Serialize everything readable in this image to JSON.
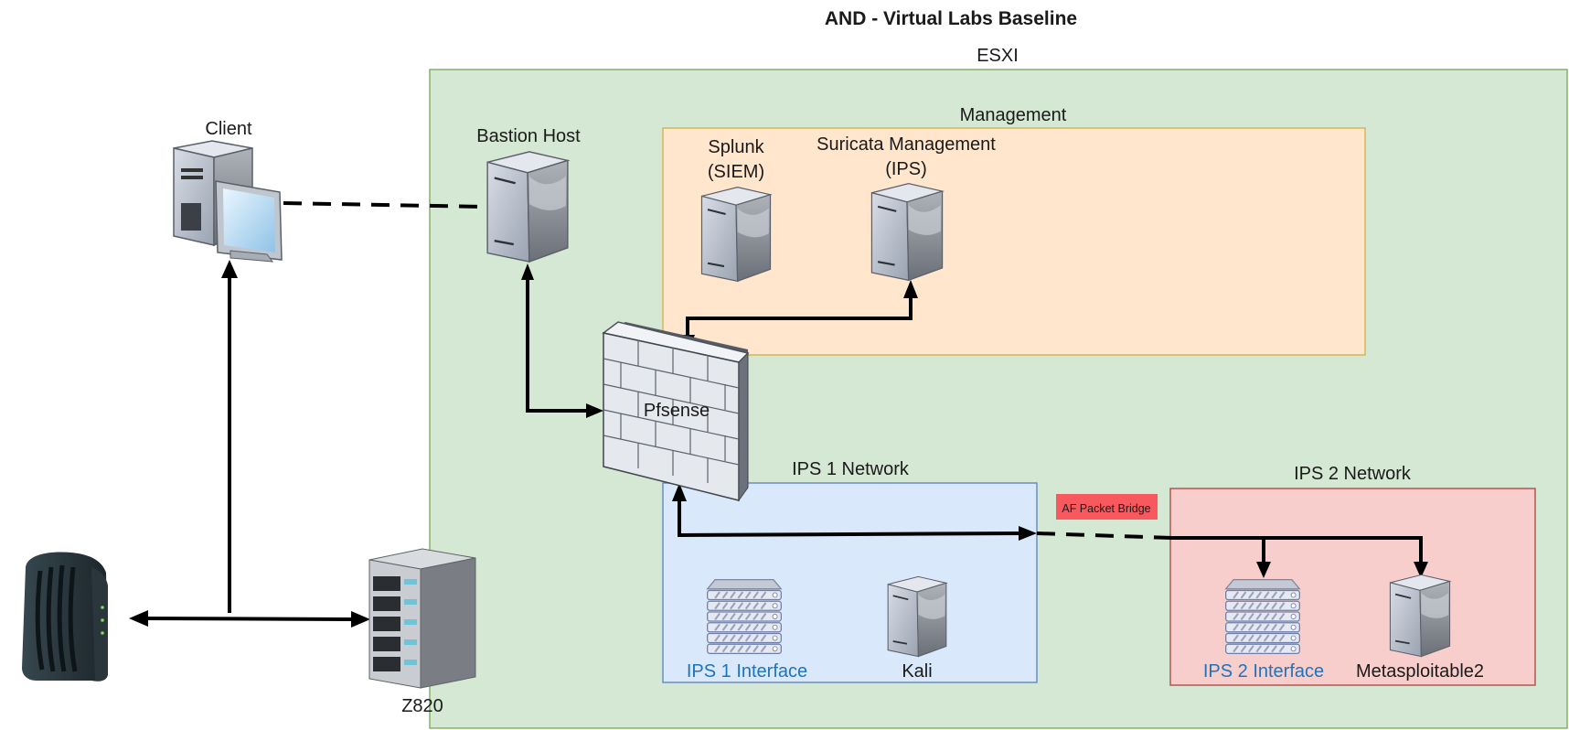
{
  "title": "AND - Virtual Labs Baseline",
  "containers": {
    "esxi": "ESXI",
    "management": "Management",
    "ips1_network": "IPS 1 Network",
    "ips2_network": "IPS 2 Network"
  },
  "nodes": {
    "client": "Client",
    "bastion_host": "Bastion Host",
    "splunk_line1": "Splunk",
    "splunk_line2": "(SIEM)",
    "suricata_line1": "Suricata Management",
    "suricata_line2": "(IPS)",
    "pfsense": "Pfsense",
    "ips1_interface": "IPS 1 Interface",
    "kali": "Kali",
    "ips2_interface": "IPS 2 Interface",
    "metasploitable": "Metasploitable2",
    "z820": "Z820",
    "af_packet_bridge": "AF Packet Bridge"
  },
  "colors": {
    "esxi_fill": "#d5e8d4",
    "esxi_border": "#82b366",
    "management_fill": "#ffe6cc",
    "management_border": "#d6b656",
    "ips1_fill": "#dae8fc",
    "ips1_border": "#6c8ebf",
    "ips2_fill": "#f8cecc",
    "ips2_border": "#b85450",
    "bridge_fill": "#f8595f",
    "interface_label": "#1e73be"
  },
  "icons": {
    "client": "desktop-computer-icon",
    "bastion_host": "server-tower-icon",
    "splunk": "server-tower-icon",
    "suricata": "server-tower-icon",
    "pfsense": "firewall-brick-wall-icon",
    "ips1_interface": "rack-server-icon",
    "kali": "server-tower-icon",
    "ips2_interface": "rack-server-icon",
    "metasploitable": "server-tower-icon",
    "z820": "server-rack-icon",
    "modem": "cable-modem-icon"
  }
}
